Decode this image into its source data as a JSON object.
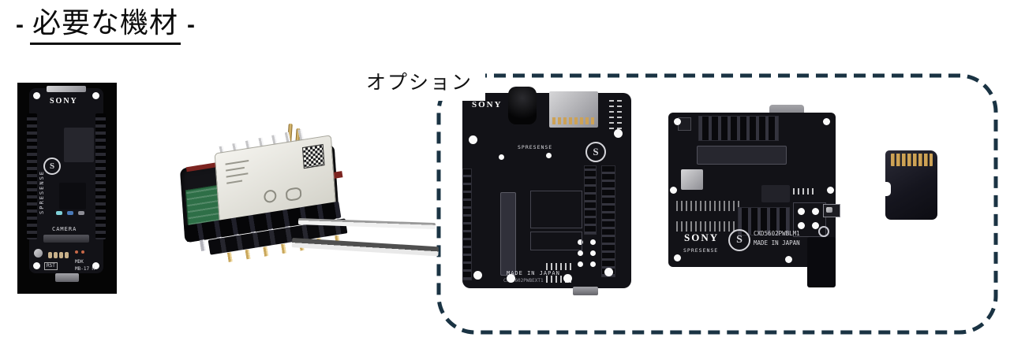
{
  "colors": {
    "title_color": "#0d0d0d",
    "box_border": "#1a3343",
    "gold": "#cda256",
    "pcb_green": "#2e6f47"
  },
  "title": {
    "prefix_dash": "-",
    "text": "必要な機材",
    "suffix_dash": "-"
  },
  "option": {
    "label": "オプション"
  },
  "boards": {
    "main": {
      "brand": "SONY",
      "logo_letter": "S",
      "series": "SPRESENSE",
      "camera": "CAMERA",
      "rst": "RST",
      "mdk": "MDK",
      "model": "MB-17 M"
    },
    "ext": {
      "brand": "SONY",
      "logo_letter": "S",
      "series": "SPRESENSE",
      "made_in": "MADE IN JAPAN",
      "model": "CXD5602PWBEXT1"
    },
    "lte": {
      "brand": "SONY",
      "logo_letter": "S",
      "series": "SPRESENSE",
      "model": "CXD5602PWBLM1",
      "made_in": "MADE IN JAPAN"
    }
  }
}
